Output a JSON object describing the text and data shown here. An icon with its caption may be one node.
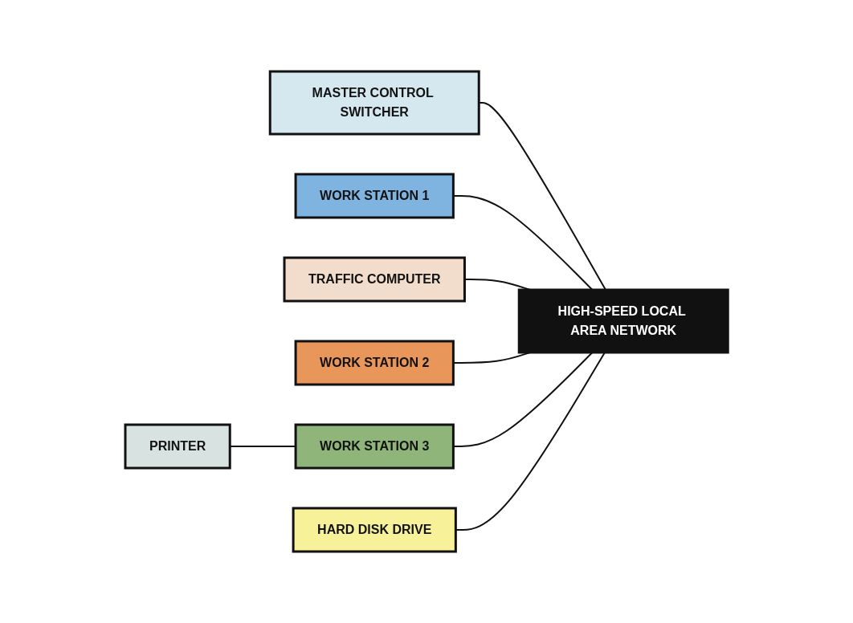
{
  "diagram": {
    "nodes": [
      {
        "text": [
          "MASTER CONTROL SWITCHER"
        ]
      },
      {
        "text": [
          "WORK STATION 1"
        ]
      },
      {
        "text": [
          "TRAFFIC COMPUTER"
        ]
      },
      {
        "text": [
          "WORK STATION 2"
        ]
      },
      {
        "text": [
          "PRINTER"
        ]
      },
      {
        "text": [
          "WORK STATION 3"
        ]
      },
      {
        "text": [
          "HARD DISK DRIVE"
        ]
      },
      {
        "text": [
          "HIGH-SPEED LOCAL AREA NETWORK"
        ]
      }
    ],
    "edges": [
      {
        "from": 0,
        "to": 7,
        "arrow": "none"
      },
      {
        "from": 1,
        "to": 7,
        "arrow": "none"
      },
      {
        "from": 2,
        "to": 7,
        "arrow": "none"
      },
      {
        "from": 3,
        "to": 7,
        "arrow": "none"
      },
      {
        "from": 4,
        "to": 5,
        "arrow": "none"
      },
      {
        "from": 5,
        "to": 7,
        "arrow": "none"
      },
      {
        "from": 6,
        "to": 7,
        "arrow": "none"
      }
    ]
  }
}
